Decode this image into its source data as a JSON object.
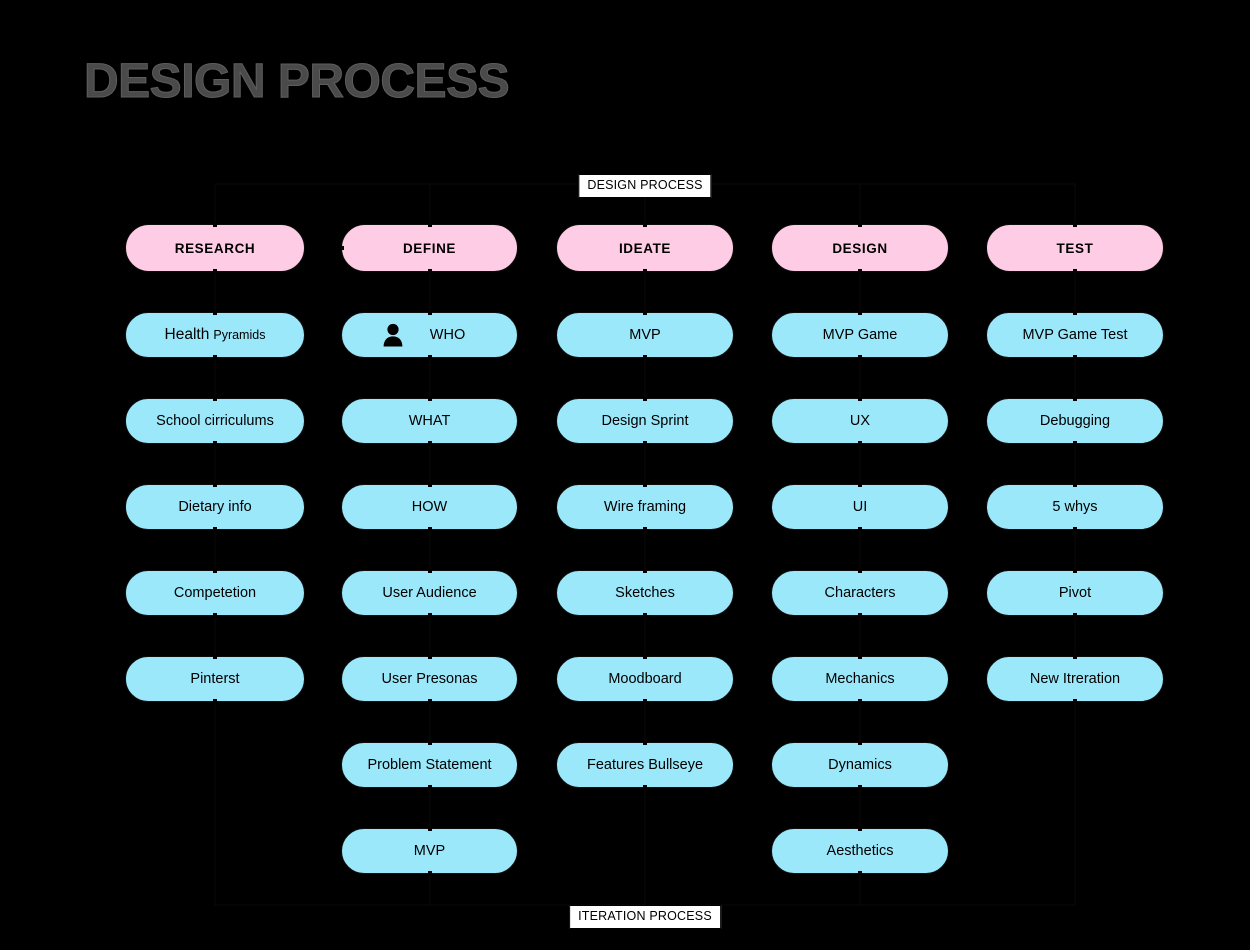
{
  "page": {
    "title": "DESIGN PROCESS",
    "background_color": "#000000",
    "title_color": "#4a4a4a"
  },
  "labels": {
    "top": "DESIGN PROCESS",
    "bottom": "ITERATION PROCESS"
  },
  "colors": {
    "phase_fill": "#ffcce5",
    "step_fill": "#9be8fb",
    "stroke": "#0d0d0d",
    "label_fill": "#ffffff"
  },
  "diagram": {
    "type": "flowchart",
    "orientation": "columns",
    "columns": [
      {
        "id": "research",
        "phase": "RESEARCH",
        "steps": [
          {
            "label": "Health Pyramids",
            "main": "Health",
            "sub": "Pyramids",
            "icon": null
          },
          {
            "label": "School cirriculums",
            "icon": null
          },
          {
            "label": "Dietary info",
            "icon": null
          },
          {
            "label": "Competetion",
            "icon": null
          },
          {
            "label": "Pinterst",
            "icon": null
          }
        ]
      },
      {
        "id": "define",
        "phase": "DEFINE",
        "steps": [
          {
            "label": "WHO",
            "icon": "person-icon"
          },
          {
            "label": "WHAT",
            "icon": null
          },
          {
            "label": "HOW",
            "icon": null
          },
          {
            "label": "User Audience",
            "icon": null
          },
          {
            "label": "User Presonas",
            "icon": null
          },
          {
            "label": "Problem Statement",
            "icon": null
          },
          {
            "label": "MVP",
            "icon": null
          }
        ]
      },
      {
        "id": "ideate",
        "phase": "IDEATE",
        "steps": [
          {
            "label": "MVP",
            "icon": null
          },
          {
            "label": "Design Sprint",
            "icon": null
          },
          {
            "label": "Wire framing",
            "icon": null
          },
          {
            "label": "Sketches",
            "icon": null
          },
          {
            "label": "Moodboard",
            "icon": null
          },
          {
            "label": "Features Bullseye",
            "icon": null
          }
        ]
      },
      {
        "id": "design",
        "phase": "DESIGN",
        "steps": [
          {
            "label": "MVP Game",
            "icon": null
          },
          {
            "label": "UX",
            "icon": null
          },
          {
            "label": "UI",
            "icon": null
          },
          {
            "label": "Characters",
            "icon": null
          },
          {
            "label": "Mechanics",
            "icon": null
          },
          {
            "label": "Dynamics",
            "icon": null
          },
          {
            "label": "Aesthetics",
            "icon": null
          }
        ]
      },
      {
        "id": "test",
        "phase": "TEST",
        "steps": [
          {
            "label": "MVP Game Test",
            "icon": null
          },
          {
            "label": "Debugging",
            "icon": null
          },
          {
            "label": "5 whys",
            "icon": null
          },
          {
            "label": "Pivot",
            "icon": null
          },
          {
            "label": "New Itreration",
            "icon": null
          }
        ]
      }
    ]
  }
}
